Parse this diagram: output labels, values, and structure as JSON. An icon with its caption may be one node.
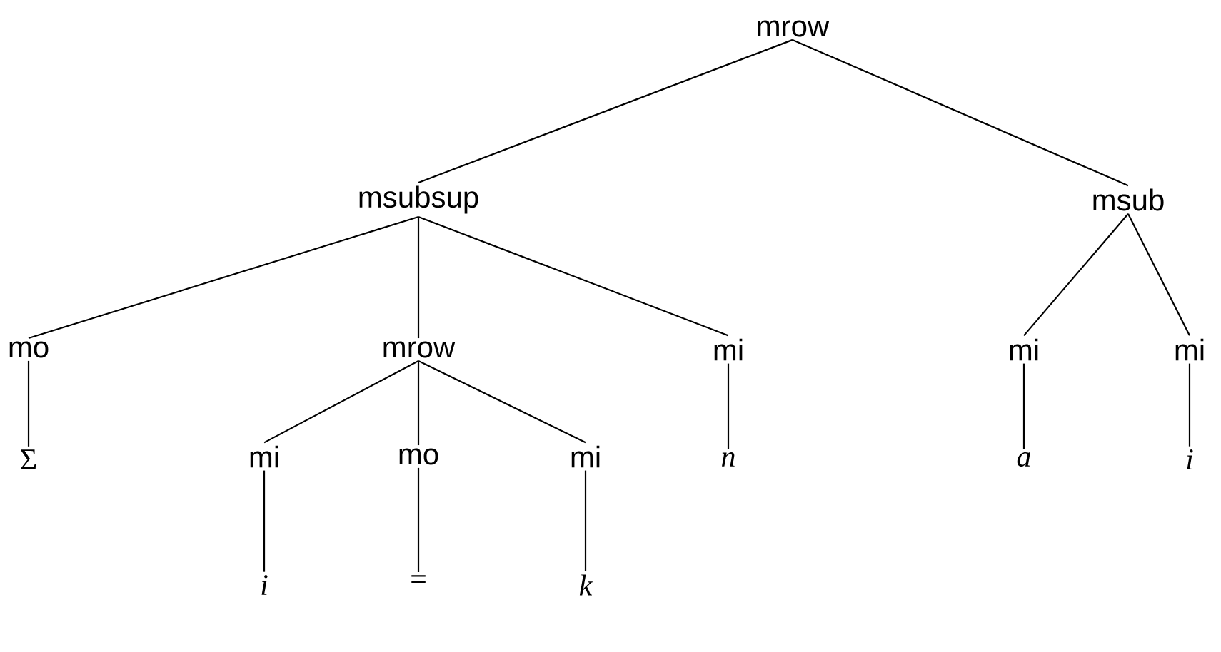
{
  "diagram": {
    "nodes": [
      {
        "text": [
          "mrow"
        ]
      },
      {
        "text": [
          "msubsup"
        ]
      },
      {
        "text": [
          "msub"
        ]
      },
      {
        "text": [
          "mo"
        ]
      },
      {
        "text": [
          "mrow"
        ]
      },
      {
        "text": [
          "mi"
        ]
      },
      {
        "text": [
          "mi"
        ]
      },
      {
        "text": [
          "mi"
        ]
      },
      {
        "text": [
          "Σ"
        ]
      },
      {
        "text": [
          "mi"
        ]
      },
      {
        "text": [
          "mo"
        ]
      },
      {
        "text": [
          "mi"
        ]
      },
      {
        "text": [
          "n"
        ]
      },
      {
        "text": [
          "a"
        ]
      },
      {
        "text": [
          "i"
        ]
      },
      {
        "text": [
          "i"
        ]
      },
      {
        "text": [
          "="
        ]
      },
      {
        "text": [
          "k"
        ]
      }
    ],
    "edges": [
      {
        "from": 0,
        "to": 1,
        "arrow": "none"
      },
      {
        "from": 0,
        "to": 2,
        "arrow": "none"
      },
      {
        "from": 1,
        "to": 3,
        "arrow": "none"
      },
      {
        "from": 1,
        "to": 4,
        "arrow": "none"
      },
      {
        "from": 1,
        "to": 5,
        "arrow": "none"
      },
      {
        "from": 2,
        "to": 6,
        "arrow": "none"
      },
      {
        "from": 2,
        "to": 7,
        "arrow": "none"
      },
      {
        "from": 3,
        "to": 8,
        "arrow": "none"
      },
      {
        "from": 4,
        "to": 9,
        "arrow": "none"
      },
      {
        "from": 4,
        "to": 10,
        "arrow": "none"
      },
      {
        "from": 4,
        "to": 11,
        "arrow": "none"
      },
      {
        "from": 5,
        "to": 12,
        "arrow": "none"
      },
      {
        "from": 6,
        "to": 13,
        "arrow": "none"
      },
      {
        "from": 7,
        "to": 14,
        "arrow": "none"
      },
      {
        "from": 9,
        "to": 15,
        "arrow": "none"
      },
      {
        "from": 10,
        "to": 16,
        "arrow": "none"
      },
      {
        "from": 11,
        "to": 17,
        "arrow": "none"
      }
    ]
  }
}
